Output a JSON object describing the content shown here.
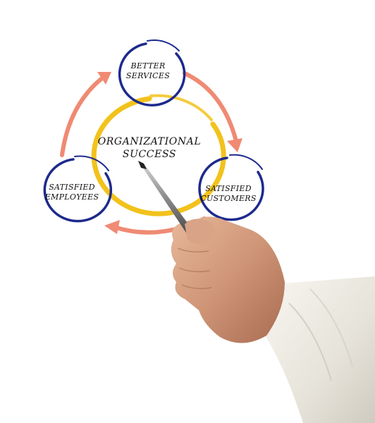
{
  "diagram": {
    "center": {
      "line1": "ORGANIZATIONAL",
      "line2": "SUCCESS"
    },
    "nodes": {
      "top": {
        "line1": "BETTER",
        "line2": "SERVICES"
      },
      "right": {
        "line1": "SATISFIED",
        "line2": "CUSTOMERS"
      },
      "left": {
        "line1": "SATISFIED",
        "line2": "EMPLOYEES"
      }
    }
  },
  "colors": {
    "circle_stroke": "#1d2a8c",
    "center_ring": "#f2c21c",
    "arrow": "#f08a73",
    "background": "#ffffff"
  }
}
